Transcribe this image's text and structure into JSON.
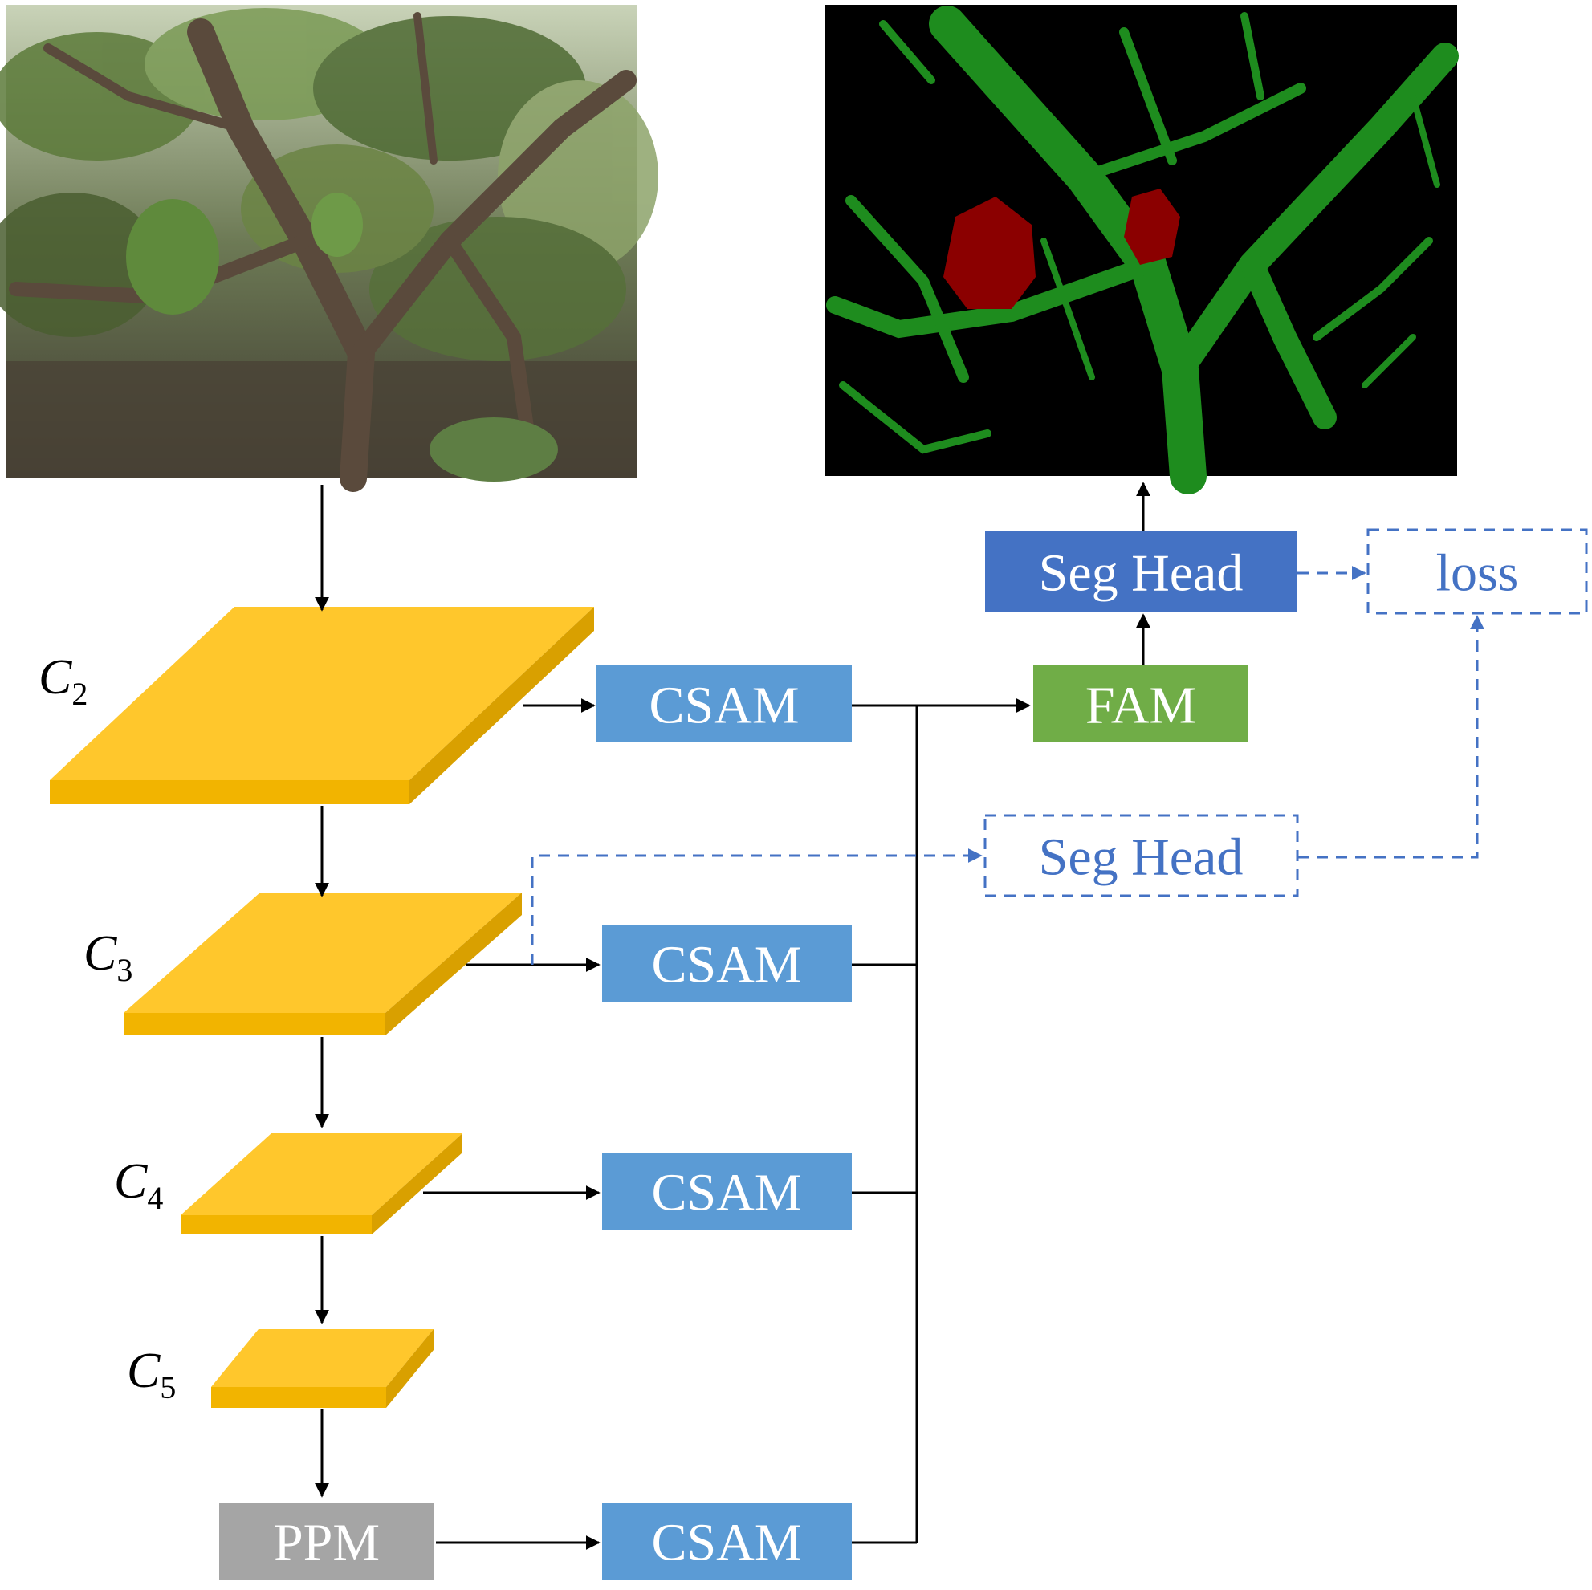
{
  "nodes": {
    "csam_label": "CSAM",
    "fam_label": "FAM",
    "ppm_label": "PPM",
    "seg_head_label": "Seg Head",
    "aux_seg_head_label": "Seg Head",
    "loss_label": "loss"
  },
  "feature_maps": [
    {
      "letter": "C",
      "sub": "2"
    },
    {
      "letter": "C",
      "sub": "3"
    },
    {
      "letter": "C",
      "sub": "4"
    },
    {
      "letter": "C",
      "sub": "5"
    }
  ],
  "images": {
    "input": "orchard-photo",
    "output": "segmentation-mask"
  },
  "colors": {
    "csam": "#5B9BD5",
    "fam": "#70AD47",
    "ppm": "#A5A5A5",
    "seg_head": "#4472C4",
    "dashed": "#4472C4",
    "feature_top": "#FFC72C",
    "feature_side": "#E6A800",
    "mask_background": "#000000",
    "mask_branch": "#1E8C1E",
    "mask_fruit": "#8B0000",
    "arrow": "#000000"
  }
}
